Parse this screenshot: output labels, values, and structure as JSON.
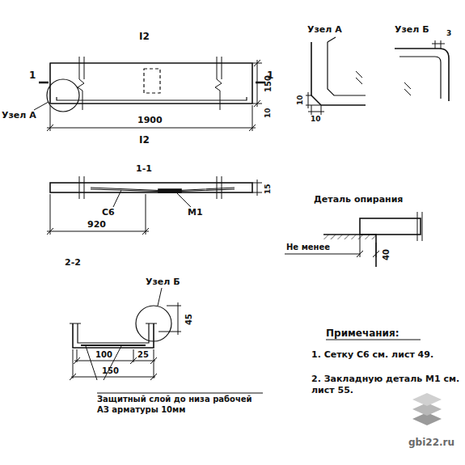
{
  "diagram": {
    "labels": [
      "I2",
      "1",
      "1",
      "150",
      "10",
      "Узел А",
      "1900",
      "I2",
      "Узел А",
      "10",
      "10",
      "Узел Б",
      "3",
      "1-1",
      "С6",
      "М1",
      "920",
      "15",
      "Деталь опирания",
      "Не менее",
      "40",
      "2-2",
      "Узел Б",
      "45",
      "100",
      "25",
      "150",
      "Защитный слой до низа рабочей АЗ арматуры 10мм",
      "Примечания:",
      "1. Сетку С6 см. лист 49.",
      "2. Закладную деталь М1 см. лист 55.",
      "gbi22.ru"
    ]
  }
}
